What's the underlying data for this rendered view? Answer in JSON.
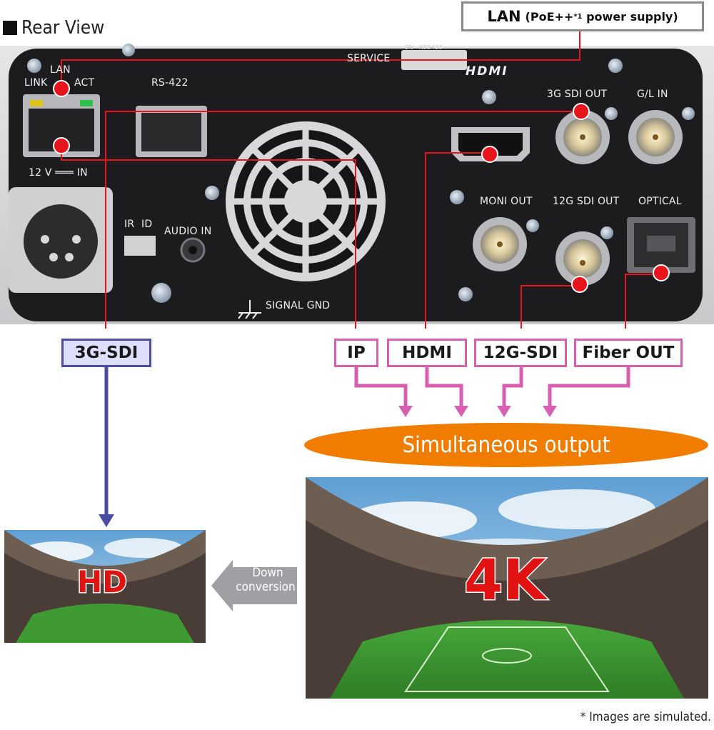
{
  "title": "Rear View",
  "lan_callout": {
    "main": "LAN",
    "detail_pre": "(PoE++",
    "detail_sup": "*1",
    "detail_post": " power supply)"
  },
  "panel": {
    "lan": "LAN",
    "link": "LINK",
    "act": "ACT",
    "rs422": "RS-422",
    "service": "SERVICE",
    "dip": "ON   KSD425",
    "hdmi_logo": "HDMI",
    "sdi3g_out": "3G SDI OUT",
    "gl_in": "G/L IN",
    "power": "12 V ═══ IN",
    "ir": "IR",
    "id": "ID",
    "audio_in": "AUDIO IN",
    "moni_out": "MONI OUT",
    "sdi12g_out": "12G SDI OUT",
    "optical": "OPTICAL",
    "signal_gnd": "SIGNAL GND"
  },
  "outputs": {
    "sdi3g": "3G-SDI",
    "ip": "IP",
    "hdmi": "HDMI",
    "sdi12g": "12G-SDI",
    "fiber": "Fiber OUT"
  },
  "simultaneous": "Simultaneous output",
  "down_conversion": {
    "line1": "Down",
    "line2": "conversion"
  },
  "res_hd": "HD",
  "res_4k": "4K",
  "footnote": "* Images are simulated.",
  "colors": {
    "panel": "#1c1c1e",
    "marker": "#e8141c",
    "pink": "#d75fb0",
    "blue": "#4b4ba0",
    "orange": "#f07d00"
  }
}
